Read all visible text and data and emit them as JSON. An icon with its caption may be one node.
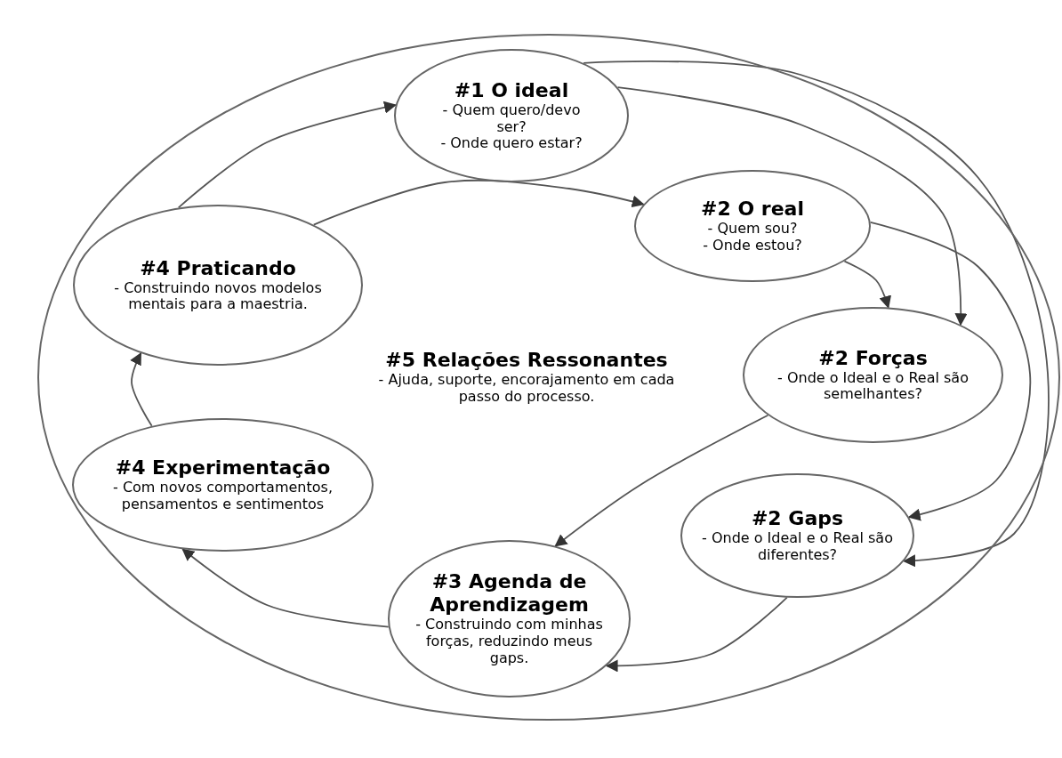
{
  "diagram": {
    "nodes": [
      {
        "text": [
          "#5 Relações Ressonantes",
          "- Ajuda, suporte, encorajamento em cada passo do processo."
        ]
      },
      {
        "text": [
          "#1 O ideal",
          "- Quem quero/devo ser?",
          "- Onde quero estar?"
        ],
        "in": 0
      },
      {
        "text": [
          "#2 O real",
          "- Quem sou?",
          "- Onde estou?"
        ],
        "in": 0
      },
      {
        "text": [
          "#4 Praticando",
          "- Construindo novos modelos mentais para a maestria."
        ],
        "in": 0
      },
      {
        "text": [
          "#2 Forças",
          "- Onde o Ideal e o Real são semelhantes?"
        ],
        "in": 0
      },
      {
        "text": [
          "#4 Experimentação",
          "- Com novos comportamentos, pensamentos e sentimentos"
        ],
        "in": 0
      },
      {
        "text": [
          "#2 Gaps",
          "- Onde o Ideal e o Real são diferentes?"
        ],
        "in": 0
      },
      {
        "text": [
          "#3 Agenda de Aprendizagem",
          "- Construindo com minhas forças, reduzindo meus gaps."
        ],
        "in": 0
      }
    ],
    "edges": [
      {
        "from": 3,
        "to": 1,
        "arrow": "to"
      },
      {
        "from": 3,
        "to": 2,
        "arrow": "to"
      },
      {
        "from": 1,
        "to": 4,
        "arrow": "to"
      },
      {
        "from": 1,
        "to": 6,
        "arrow": "to"
      },
      {
        "from": 2,
        "to": 4,
        "arrow": "to"
      },
      {
        "from": 2,
        "to": 6,
        "arrow": "to"
      },
      {
        "from": 4,
        "to": 7,
        "arrow": "to"
      },
      {
        "from": 6,
        "to": 7,
        "arrow": "to"
      },
      {
        "from": 7,
        "to": 5,
        "arrow": "to"
      },
      {
        "from": 5,
        "to": 3,
        "arrow": "to"
      }
    ]
  }
}
